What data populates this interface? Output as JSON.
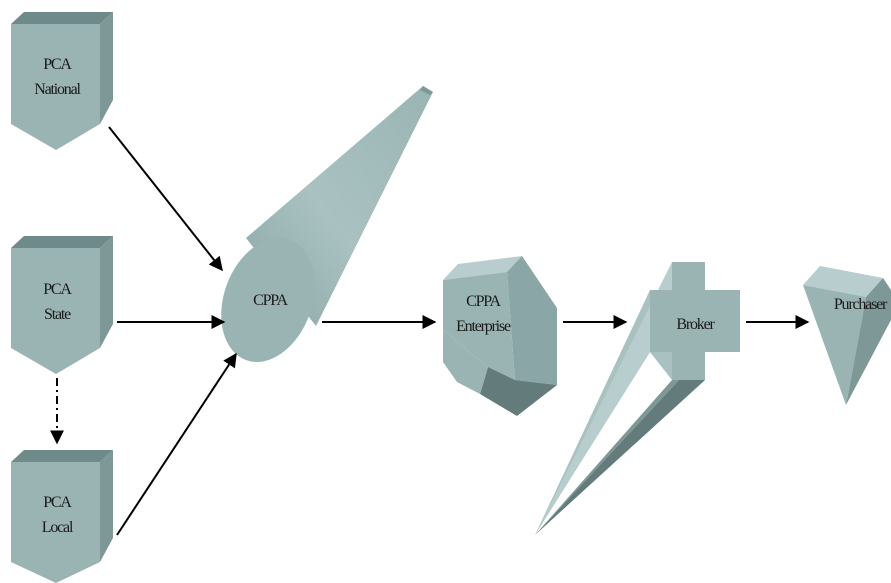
{
  "nodes": {
    "pca_national": {
      "line1": "PCA",
      "line2": "National"
    },
    "pca_state": {
      "line1": "PCA",
      "line2": "State"
    },
    "pca_local": {
      "line1": "PCA",
      "line2": "Local"
    },
    "cppa": {
      "label": "CPPA"
    },
    "cppa_enterprise": {
      "line1": "CPPA",
      "line2": "Enterprise"
    },
    "broker": {
      "label": "Broker"
    },
    "purchaser": {
      "label": "Purchaser"
    }
  },
  "colors": {
    "face": "#9ab4b4",
    "light": "#b8cdcd",
    "side": "#7e9898",
    "dark": "#637b7b",
    "edge": "#6f8a8a",
    "arrow": "#000000"
  }
}
